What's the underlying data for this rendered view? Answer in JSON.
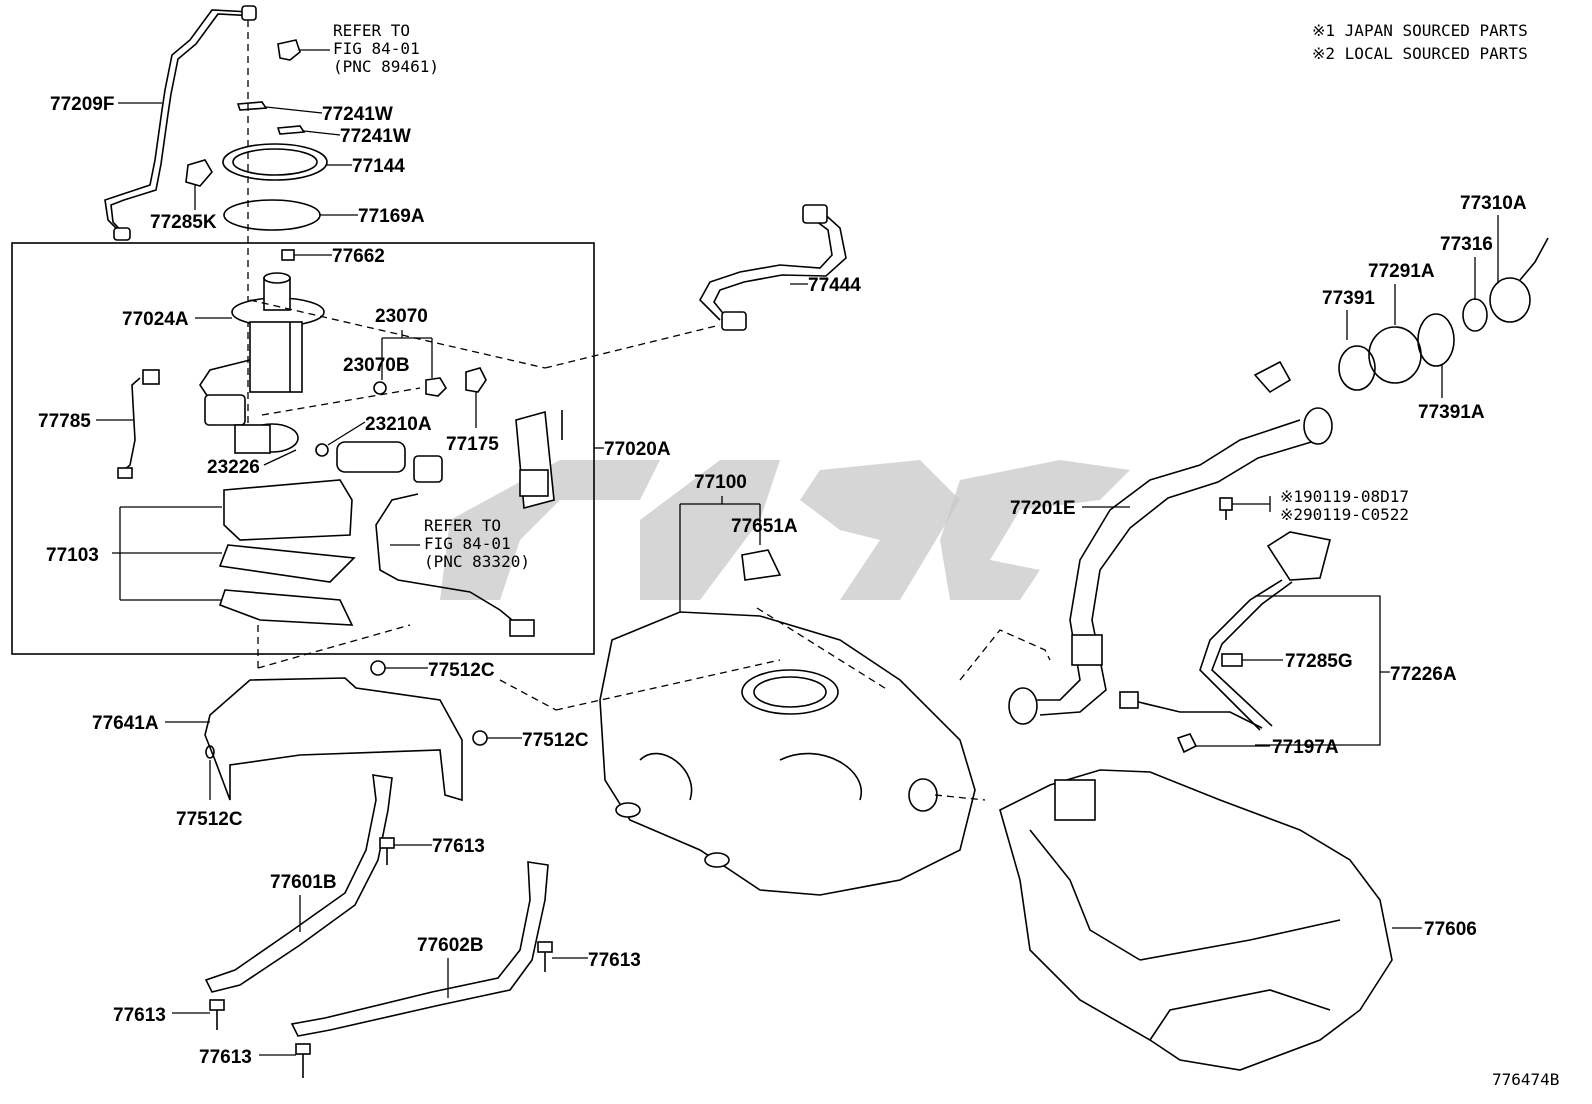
{
  "legend": {
    "line1": "※1 JAPAN SOURCED PARTS",
    "line2": "※2 LOCAL SOURCED PARTS"
  },
  "figure_id": "776474B",
  "refs": {
    "pump_cap": {
      "line1": "REFER TO",
      "line2": "FIG 84-01",
      "line3": "(PNC 89461)"
    },
    "sender": {
      "line1": "REFER TO",
      "line2": "FIG 84-01",
      "line3": "(PNC 83320)"
    }
  },
  "notes": {
    "bolt_jp": "※190119-08D17",
    "bolt_local": "※290119-C0522"
  },
  "callouts": {
    "p77209F": "77209F",
    "p77241W_1": "77241W",
    "p77241W_2": "77241W",
    "p77144": "77144",
    "p77285K": "77285K",
    "p77169A": "77169A",
    "p77662": "77662",
    "p77024A": "77024A",
    "p23070": "23070",
    "p23070B": "23070B",
    "p77785": "77785",
    "p23210A": "23210A",
    "p77175": "77175",
    "p77020A": "77020A",
    "p23226": "23226",
    "p77103": "77103",
    "p77444": "77444",
    "p77100": "77100",
    "p77651A": "77651A",
    "p77201E": "77201E",
    "p77310A": "77310A",
    "p77316": "77316",
    "p77291A": "77291A",
    "p77391": "77391",
    "p77391A": "77391A",
    "p77512C_1": "77512C",
    "p77512C_2": "77512C",
    "p77512C_3": "77512C",
    "p77641A": "77641A",
    "p77613_1": "77613",
    "p77613_2": "77613",
    "p77613_3": "77613",
    "p77613_4": "77613",
    "p77601B": "77601B",
    "p77602B": "77602B",
    "p77285G": "77285G",
    "p77226A": "77226A",
    "p77197A": "77197A",
    "p77606": "77606"
  }
}
